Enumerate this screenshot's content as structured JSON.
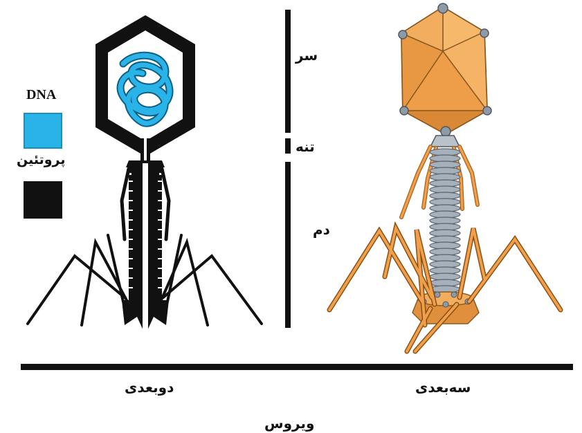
{
  "legend": {
    "dna_label": "DNA",
    "protein_label": "پروتئین",
    "dna_color": "#29b3e6",
    "protein_color": "#111111"
  },
  "parts": {
    "head": "سر",
    "neck": "تنه",
    "tail": "دم"
  },
  "captions": {
    "two_d": "دوبعدی",
    "three_d": "سه‌بعدی",
    "title": "ویروس"
  },
  "colors": {
    "orange": "#f0a04b",
    "orange_dark": "#c97a2a",
    "gray": "#9aa3ad"
  }
}
